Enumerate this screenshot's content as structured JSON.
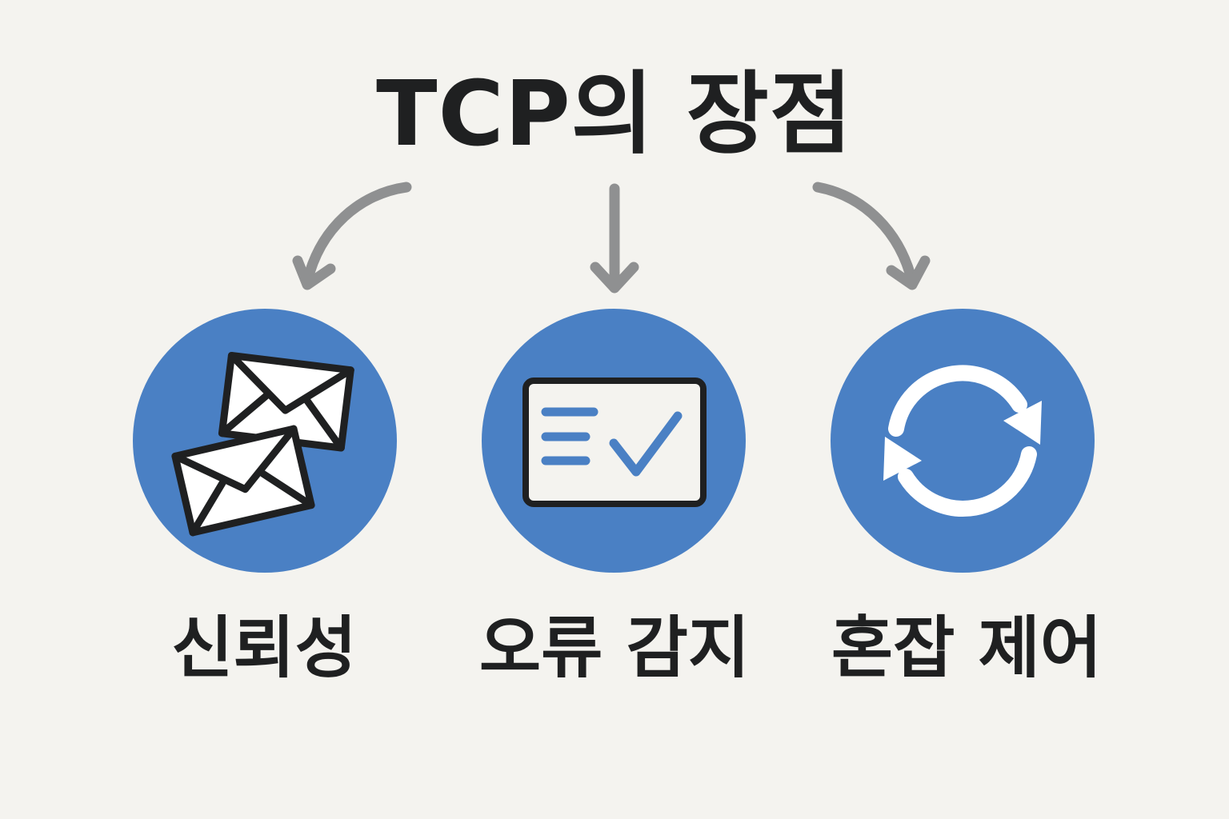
{
  "diagram": {
    "title": "TCP의 장점",
    "colors": {
      "background": "#f4f3ef",
      "circle": "#4a80c4",
      "arrow": "#8f9091",
      "text": "#1f2021"
    },
    "items": [
      {
        "label": "신뢰성",
        "icon": "envelopes-icon"
      },
      {
        "label": "오류 감지",
        "icon": "checklist-icon"
      },
      {
        "label": "혼잡 제어",
        "icon": "sync-icon"
      }
    ]
  }
}
